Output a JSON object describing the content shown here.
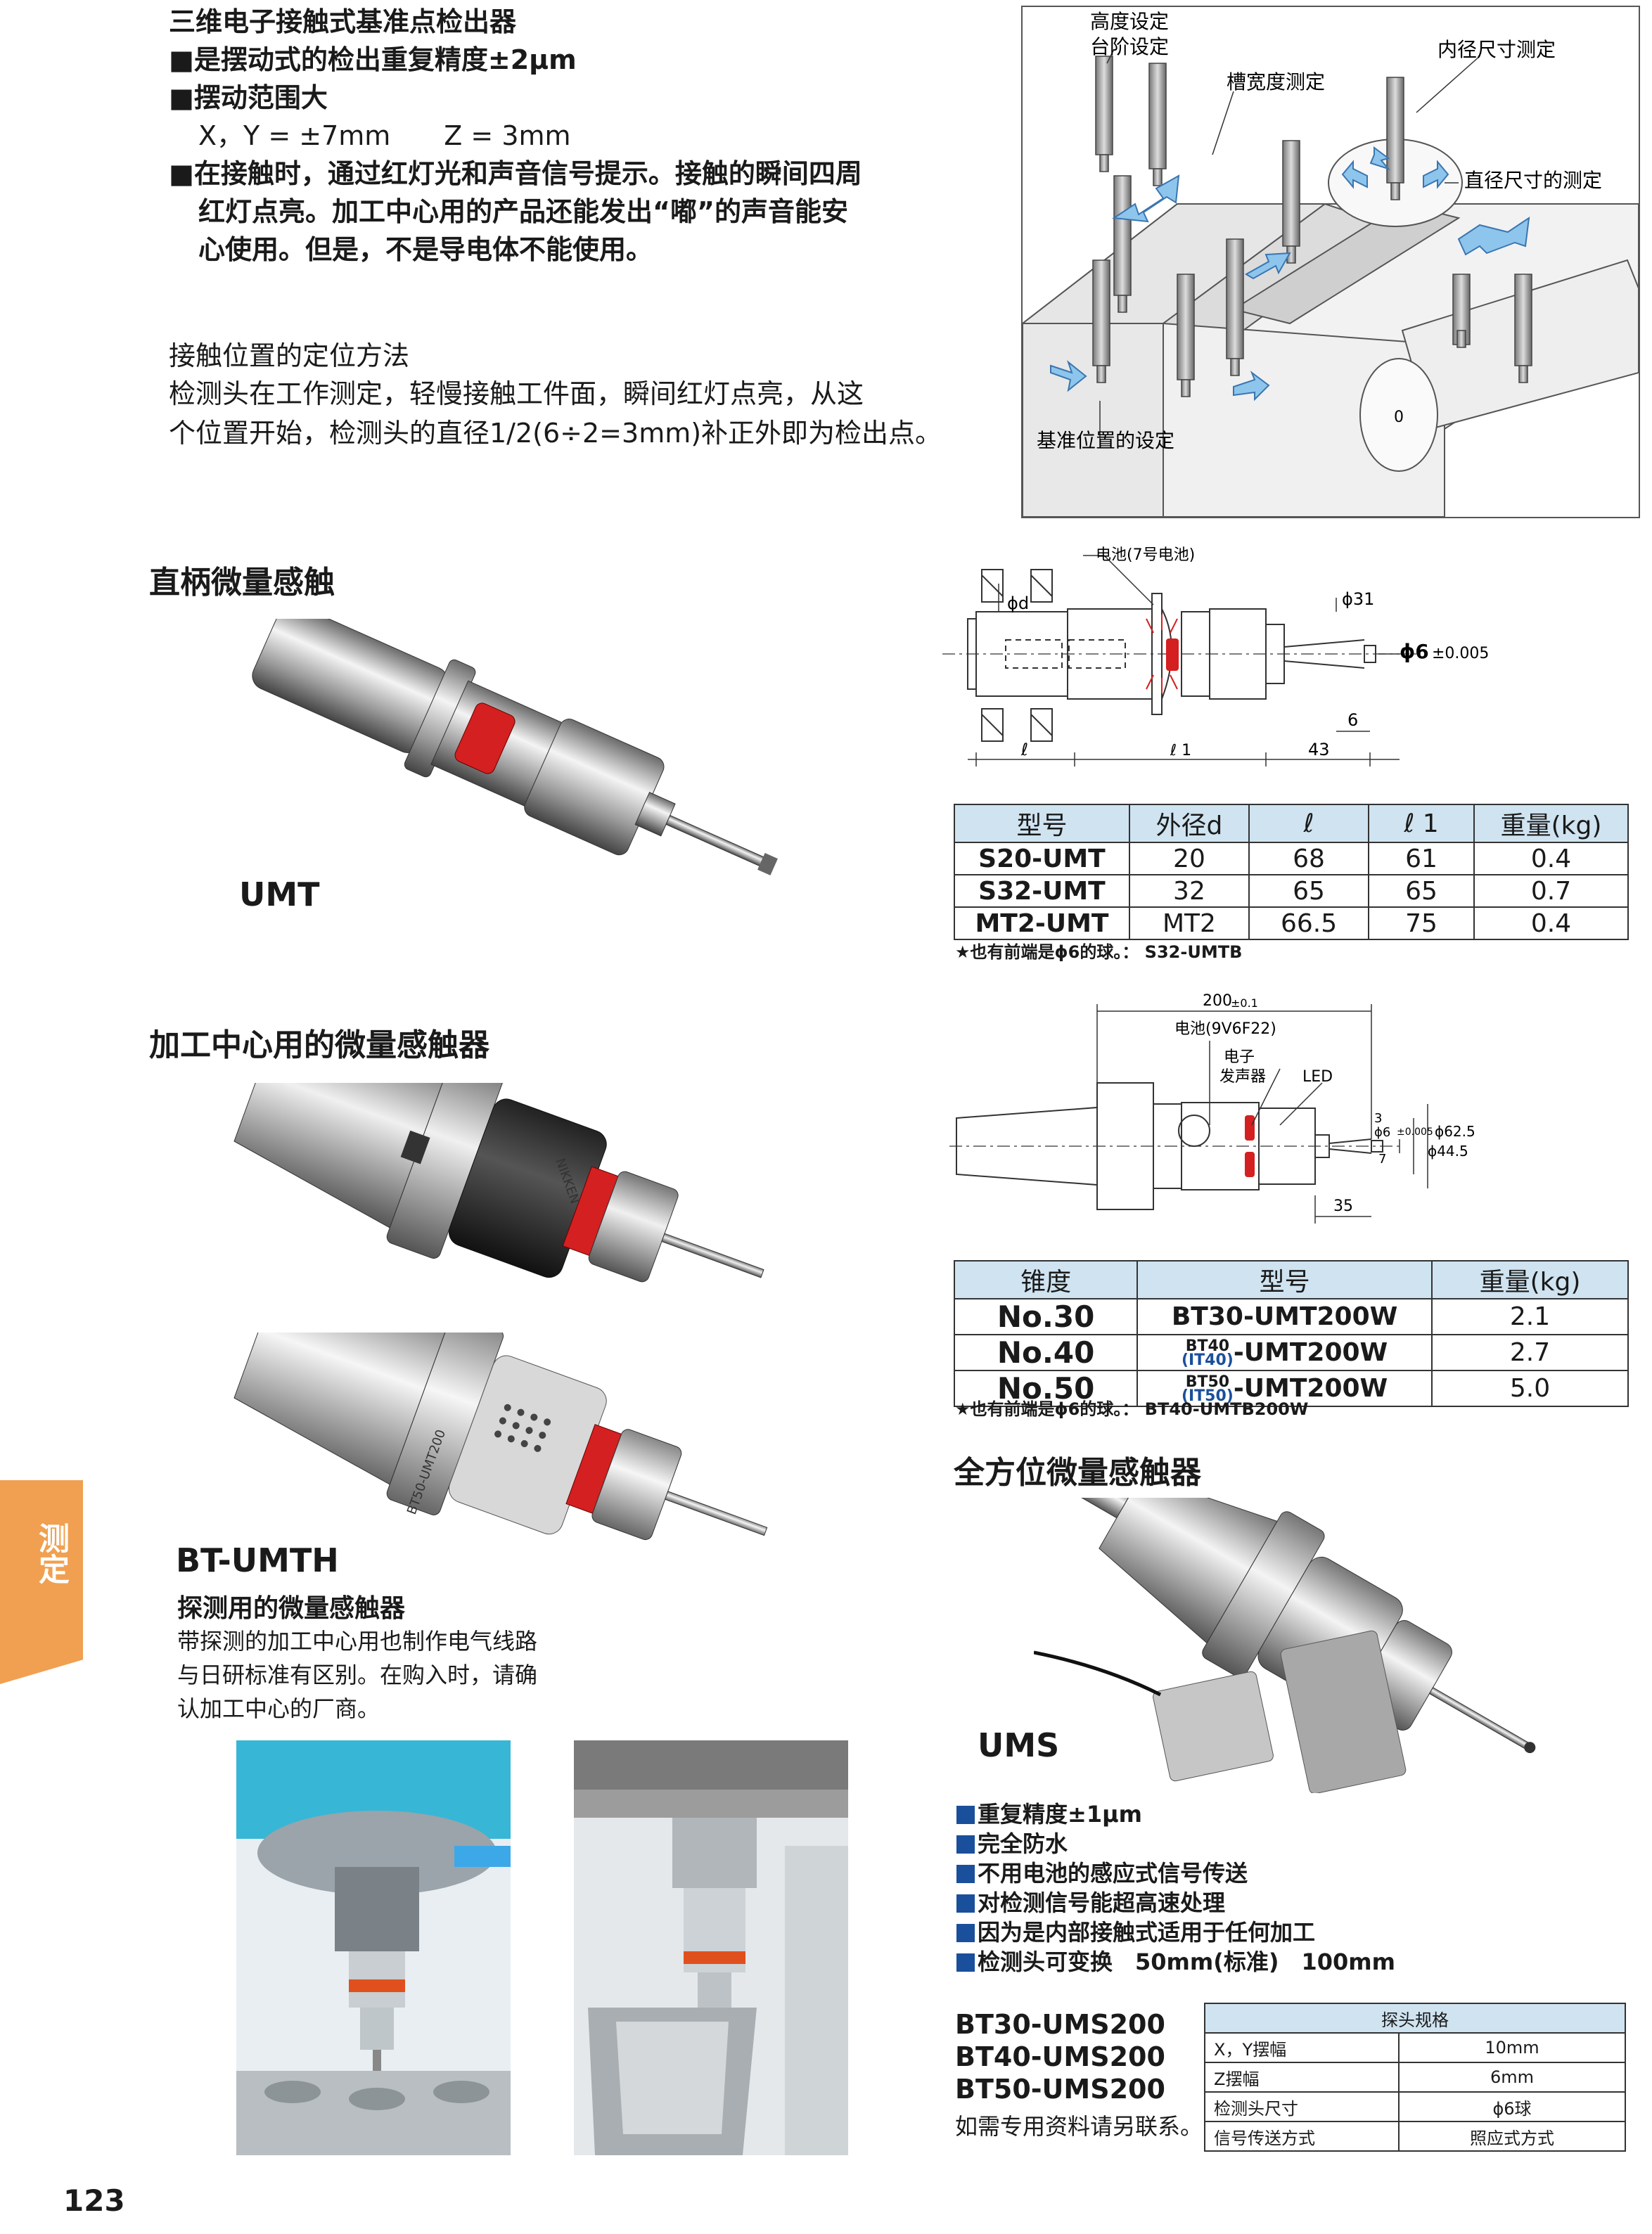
{
  "intro": {
    "lines": [
      "三维电子接触式基准点检出器",
      "■是摆动式的检出重复精度±2μm",
      "■摆动范围大",
      "X，Y = ±7mm　　Z = 3mm",
      "■在接触时，通过红灯光和声音信号提示。接触的瞬间四周",
      "红灯点亮。加工中心用的产品还能发出“嘟”的声音能安",
      "心使用。但是，不是导电体不能使用。"
    ],
    "method_title": "接触位置的定位方法",
    "method_lines": [
      "检测头在工作测定，轻慢接触工件面，瞬间红灯点亮，从这",
      "个位置开始，检测头的直径1/2(6÷2=3mm)补正外即为检出点。"
    ]
  },
  "usage_diagram": {
    "labels": {
      "height": "高度设定",
      "step": "台阶设定",
      "slot": "槽宽度测定",
      "inner": "内径尺寸测定",
      "diameter": "直径尺寸的测定",
      "reference": "基准位置的设定",
      "circle": "0"
    }
  },
  "umt": {
    "title": "直柄微量感触",
    "label": "UMT",
    "drawing": {
      "battery": "电池(7号电池)",
      "d": "ϕd",
      "d31": "ϕ31",
      "ball": "ϕ6",
      "tol": "±0.005",
      "six": "6",
      "l": "ℓ",
      "l1": "ℓ 1",
      "len43": "43"
    },
    "table": {
      "headers": [
        "型号",
        "外径d",
        "ℓ",
        "ℓ 1",
        "重量(kg)"
      ],
      "rows": [
        [
          "S20-UMT",
          "20",
          "68",
          "61",
          "0.4"
        ],
        [
          "S32-UMT",
          "32",
          "65",
          "65",
          "0.7"
        ],
        [
          "MT2-UMT",
          "MT2",
          "66.5",
          "75",
          "0.4"
        ]
      ]
    },
    "note": "★也有前端是ϕ6的球。： S32-UMTB"
  },
  "bt": {
    "title": "加工中心用的微量感触器",
    "drawing": {
      "len200": "200",
      "tol200": "±0.1",
      "battery": "电池(9V6F22)",
      "buzzer1": "电子",
      "buzzer2": "发声器",
      "led": "LED",
      "three": "3",
      "ball": "ϕ6",
      "tol": "±0.005",
      "seven": "7",
      "d625": "ϕ62.5",
      "d445": "ϕ44.5",
      "len35": "35"
    },
    "table": {
      "headers": [
        "锥度",
        "型号",
        "重量(kg)"
      ],
      "rows": [
        {
          "taper": "No.30",
          "top": "",
          "sub": "",
          "model": "BT30-UMT200W",
          "weight": "2.1"
        },
        {
          "taper": "No.40",
          "top": "BT40",
          "sub": "(IT40)",
          "model": "-UMT200W",
          "weight": "2.7"
        },
        {
          "taper": "No.50",
          "top": "BT50",
          "sub": "(IT50)",
          "model": "-UMT200W",
          "weight": "5.0"
        }
      ]
    },
    "note": "★也有前端是ϕ6的球。： BT40-UMTB200W",
    "umth_label": "BT-UMTH",
    "umth_sub": "探测用的微量感触器",
    "umth_lines": [
      "带探测的加工中心用也制作电气线路",
      "与日研标准有区别。在购入时，请确",
      "认加工中心的厂商。"
    ],
    "engrave_top": "NIKKEN",
    "engrave_bottom": "BT50-UMT200"
  },
  "ums": {
    "title": "全方位微量感触器",
    "label": "UMS",
    "features": [
      "重复精度±1μm",
      "完全防水",
      "不用电池的感应式信号传送",
      "对检测信号能超高速处理",
      "因为是内部接触式适用于任何加工",
      "检测头可变换　50mm(标准)　100mm"
    ],
    "models": [
      "BT30-UMS200",
      "BT40-UMS200",
      "BT50-UMS200"
    ],
    "contact": "如需专用资料请另联系。",
    "probe_table": {
      "title": "探头规格",
      "rows": [
        [
          "X，Y摆幅",
          "10mm"
        ],
        [
          "Z摆幅",
          "6mm"
        ],
        [
          "检测头尺寸",
          "ϕ6球"
        ],
        [
          "信号传送方式",
          "照应式方式"
        ]
      ]
    }
  },
  "side_tab": "测定",
  "page_number": "123",
  "colors": {
    "accent_blue": "#1a4f9c",
    "table_header": "#cfe3f0",
    "side_tab": "#f0a050",
    "led_red": "#d42020",
    "arrow_blue": "#8ec5ec"
  }
}
